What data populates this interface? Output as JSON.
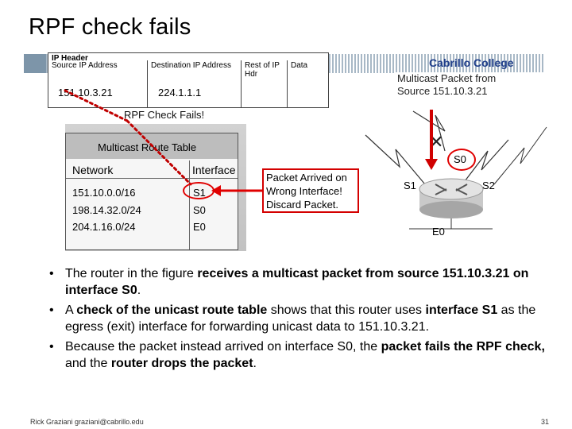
{
  "slide": {
    "title": "RPF check fails"
  },
  "ip_header": {
    "title": "IP Header",
    "col1": "Source IP Address",
    "col2": "Destination IP Address",
    "col3": "Rest of IP Hdr",
    "col4": "Data",
    "src_value": "151.10.3.21",
    "dst_value": "224.1.1.1"
  },
  "figure": {
    "college": "Cabrillo College",
    "mcast_caption_1": "Multicast Packet from",
    "mcast_caption_2": "Source 151.10.3.21",
    "rpf_fails": "RPF Check Fails!",
    "route_table_title": "Multicast Route Table",
    "col_network": "Network",
    "col_interface": "Interface",
    "rows": [
      {
        "network": "151.10.0.0/16",
        "iface": "S1"
      },
      {
        "network": "198.14.32.0/24",
        "iface": "S0"
      },
      {
        "network": "204.1.16.0/24",
        "iface": "E0"
      }
    ],
    "callout_1": "Packet Arrived on",
    "callout_2": "Wrong Interface!",
    "callout_3": "Discard Packet.",
    "label_s0": "S0",
    "label_s1": "S1",
    "label_s2": "S2",
    "label_e0": "E0",
    "accent_red": "#e00000"
  },
  "bullets": {
    "b1_a": "The router in the figure ",
    "b1_b": "receives a multicast packet from source 151.10.3.21 on interface S0",
    "b1_c": ".",
    "b2_a": "A ",
    "b2_b": "check of the unicast route table",
    "b2_c": " shows that this router uses ",
    "b2_d": "interface S1",
    "b2_e": " as the egress (exit) interface for forwarding unicast data to 151.10.3.21.",
    "b3_a": "Because the packet instead arrived on interface S0, the ",
    "b3_b": "packet fails the RPF check,",
    "b3_c": " and the ",
    "b3_d": "router drops the packet",
    "b3_e": "."
  },
  "footer": {
    "author": "Rick Graziani graziani@cabrillo.edu",
    "page": "31"
  }
}
